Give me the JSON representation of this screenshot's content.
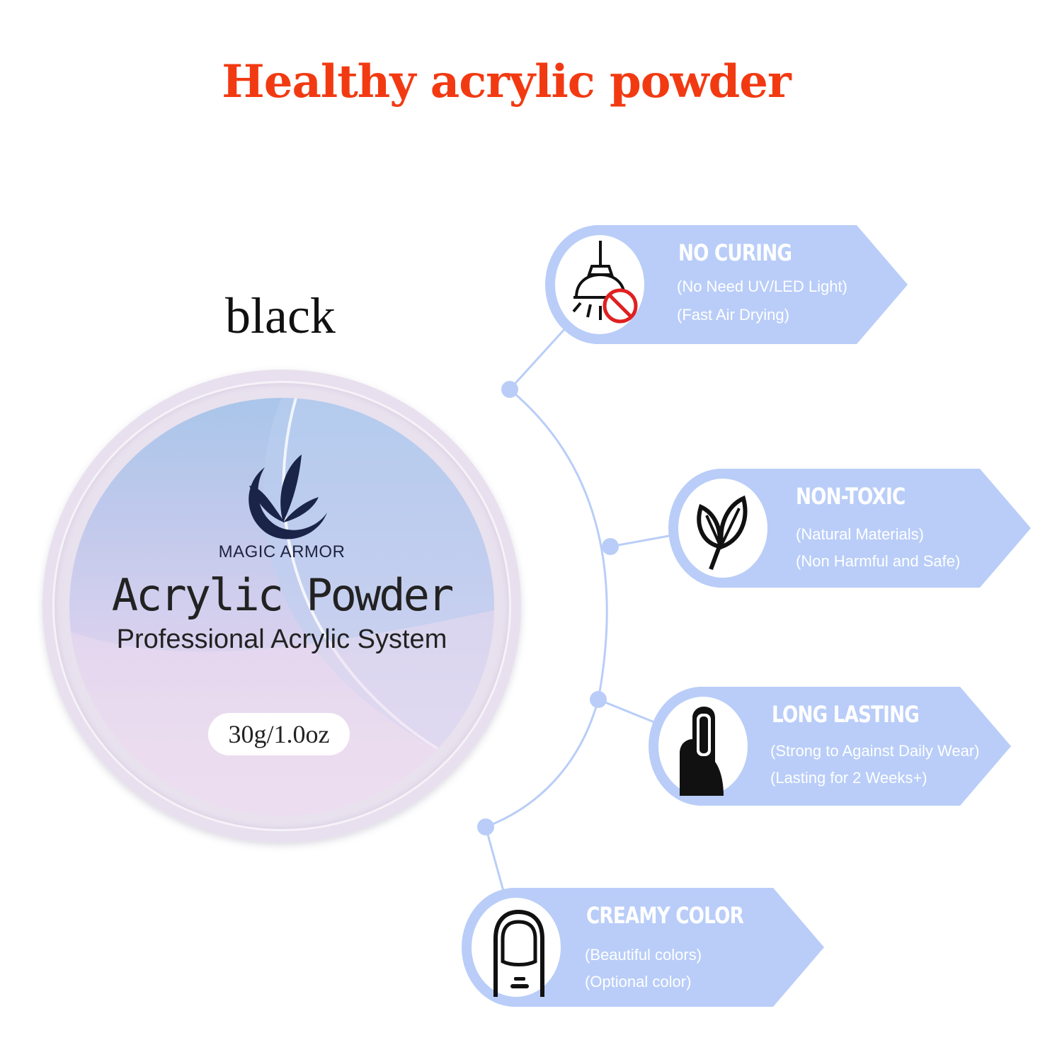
{
  "headline": "Healthy acrylic powder",
  "color_label": "black",
  "jar": {
    "brand": "MAGIC ARMOR",
    "product": "Acrylic Powder",
    "subtitle": "Professional Acrylic System",
    "weight": "30g/1.0oz"
  },
  "features": [
    {
      "title": "NO CURING",
      "line1": "(No Need UV/LED Light)",
      "line2": "(Fast Air Drying)",
      "icon": "lamp-no-uv-icon"
    },
    {
      "title": "NON-TOXIC",
      "line1": "(Natural Materials)",
      "line2": "(Non Harmful and Safe)",
      "icon": "leaves-icon"
    },
    {
      "title": "LONG LASTING",
      "line1": "(Strong to Against Daily Wear)",
      "line2": "(Lasting for 2 Weeks+)",
      "icon": "fingernail-icon"
    },
    {
      "title": "CREAMY COLOR",
      "line1": "(Beautiful colors)",
      "line2": "(Optional color)",
      "icon": "fingertip-icon"
    }
  ],
  "colors": {
    "headline": "#f23a12",
    "banner": "#b9cdf8",
    "connector": "#b9cdf8",
    "brand_navy": "#1a2448"
  }
}
